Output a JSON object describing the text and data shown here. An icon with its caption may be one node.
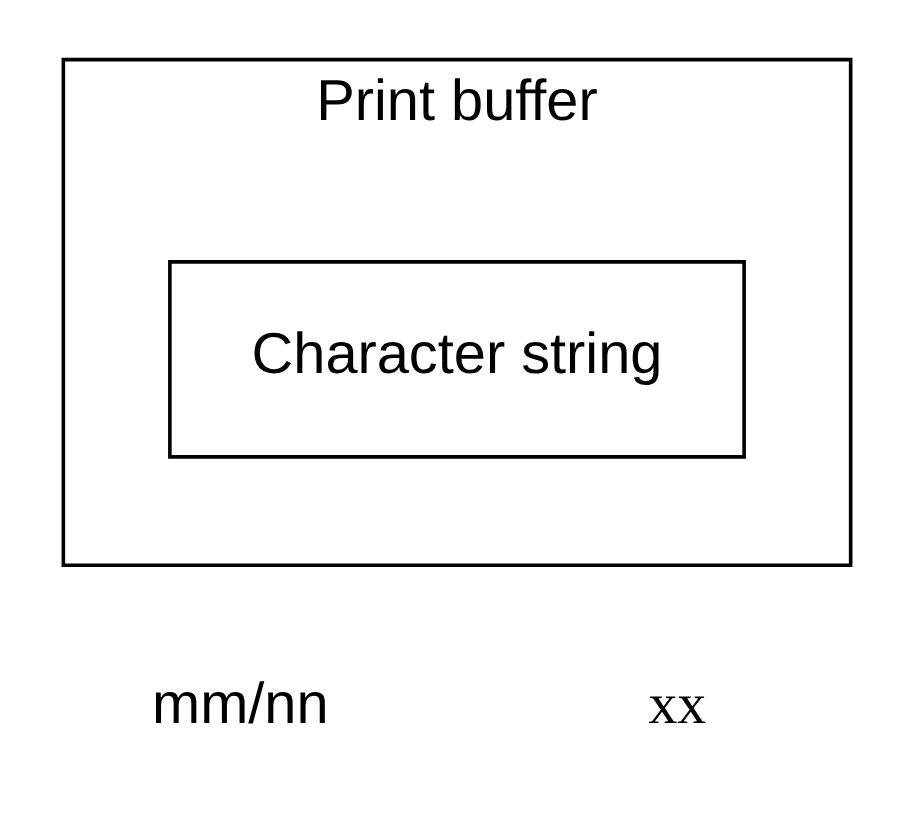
{
  "diagram": {
    "nodes": [
      {
        "text": [
          "Print buffer"
        ]
      },
      {
        "text": [
          "Character string"
        ],
        "in": 0
      }
    ],
    "labels": [
      "mm/nn",
      "xx"
    ]
  }
}
